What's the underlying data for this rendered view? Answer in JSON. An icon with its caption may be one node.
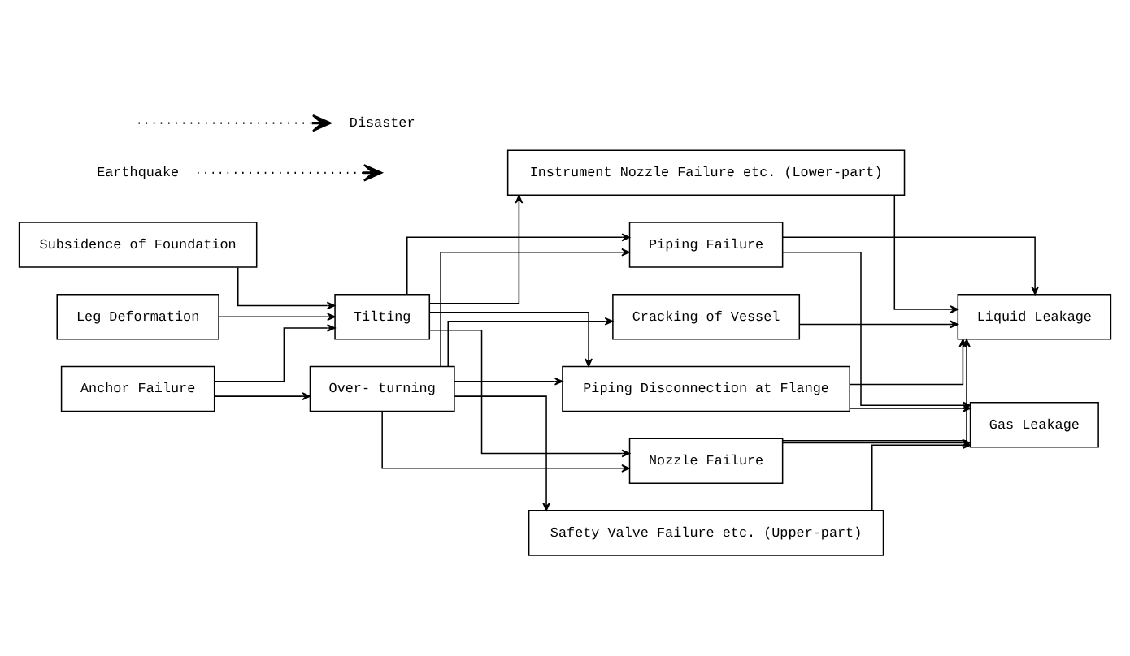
{
  "diagram": {
    "nodes": [
      {
        "text": [
          "Anchor Failure"
        ]
      },
      {
        "text": [
          "Leg Deformation"
        ]
      },
      {
        "text": [
          "Subsidence of Foundation"
        ]
      },
      {
        "text": [
          "Tilting"
        ]
      },
      {
        "text": [
          "Over- turning"
        ]
      },
      {
        "text": [
          "Piping Failure"
        ]
      },
      {
        "text": [
          "Piping Disconnection at Flange"
        ]
      },
      {
        "text": [
          "Nozzle Failure"
        ]
      },
      {
        "text": [
          "Cracking of Vessel"
        ]
      },
      {
        "text": [
          "Safety Valve Failure etc. (Upper-part)"
        ]
      },
      {
        "text": [
          "Instrument Nozzle Failure etc. (Lower-part)"
        ]
      },
      {
        "text": [
          "Liquid Leakage"
        ]
      },
      {
        "text": [
          "Gas Leakage"
        ]
      },
      {
        "text": [
          "Earthquake"
        ]
      },
      {
        "text": [
          "Disaster"
        ]
      }
    ],
    "edges": [
      {
        "from": 0,
        "to": 3,
        "arrow": "to"
      },
      {
        "from": 0,
        "to": 4,
        "arrow": "to"
      },
      {
        "from": 1,
        "to": 3,
        "arrow": "to"
      },
      {
        "from": 2,
        "to": 3,
        "arrow": "to"
      },
      {
        "from": 3,
        "to": 5,
        "arrow": "to"
      },
      {
        "from": 3,
        "to": 6,
        "arrow": "to"
      },
      {
        "from": 3,
        "to": 7,
        "arrow": "to"
      },
      {
        "from": 3,
        "to": 10,
        "arrow": "to"
      },
      {
        "from": 4,
        "to": 5,
        "arrow": "to"
      },
      {
        "from": 4,
        "to": 6,
        "arrow": "to"
      },
      {
        "from": 4,
        "to": 7,
        "arrow": "to"
      },
      {
        "from": 4,
        "to": 8,
        "arrow": "to"
      },
      {
        "from": 4,
        "to": 9,
        "arrow": "to"
      },
      {
        "from": 5,
        "to": 11,
        "arrow": "to"
      },
      {
        "from": 5,
        "to": 12,
        "arrow": "to"
      },
      {
        "from": 6,
        "to": 11,
        "arrow": "to"
      },
      {
        "from": 6,
        "to": 12,
        "arrow": "to"
      },
      {
        "from": 7,
        "to": 11,
        "arrow": "to"
      },
      {
        "from": 7,
        "to": 12,
        "arrow": "to"
      },
      {
        "from": 8,
        "to": 11,
        "arrow": "to"
      },
      {
        "from": 9,
        "to": 12,
        "arrow": "to"
      },
      {
        "from": 10,
        "to": 11,
        "arrow": "to"
      },
      {
        "from": 13,
        "to": null,
        "arrow": "to",
        "style": "dashed"
      },
      {
        "from": null,
        "to": 14,
        "arrow": "to",
        "style": "dashed"
      }
    ]
  }
}
